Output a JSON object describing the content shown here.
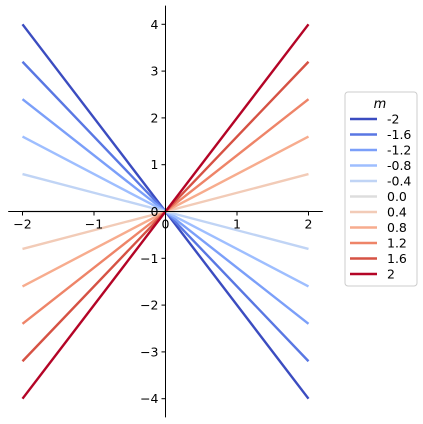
{
  "chart_data": {
    "type": "line",
    "title": "",
    "xlabel": "",
    "ylabel": "",
    "xlim": [
      -2.2,
      2.2
    ],
    "ylim": [
      -4.4,
      4.4
    ],
    "x": [
      -2,
      2
    ],
    "xticks": [
      -2,
      -1,
      0,
      1,
      2
    ],
    "yticks": [
      -4,
      -3,
      -2,
      -1,
      0,
      1,
      2,
      3,
      4
    ],
    "xtick_labels": [
      "−2",
      "−1",
      "0",
      "1",
      "2"
    ],
    "ytick_labels": [
      "−4",
      "−3",
      "−2",
      "−1",
      "0",
      "1",
      "2",
      "3",
      "4"
    ],
    "spines": "centered at origin",
    "grid": false,
    "legend": {
      "title": "m",
      "placement": "right, outside plot"
    },
    "series": [
      {
        "name": "-2",
        "slope": -2.0,
        "values": [
          4.0,
          -4.0
        ],
        "color": "#3b4cc0"
      },
      {
        "name": "-1.6",
        "slope": -1.6,
        "values": [
          3.2,
          -3.2
        ],
        "color": "#5977e3"
      },
      {
        "name": "-1.2",
        "slope": -1.2,
        "values": [
          2.4,
          -2.4
        ],
        "color": "#7b9ff9"
      },
      {
        "name": "-0.8",
        "slope": -0.8,
        "values": [
          1.6,
          -1.6
        ],
        "color": "#9ebeff"
      },
      {
        "name": "-0.4",
        "slope": -0.4,
        "values": [
          0.8,
          -0.8
        ],
        "color": "#c0d4f5"
      },
      {
        "name": "0.0",
        "slope": 0.0,
        "values": [
          0.0,
          0.0
        ],
        "color": "#dddddd"
      },
      {
        "name": "0.4",
        "slope": 0.4,
        "values": [
          -0.8,
          0.8
        ],
        "color": "#f2cbb7"
      },
      {
        "name": "0.8",
        "slope": 0.8,
        "values": [
          -1.6,
          1.6
        ],
        "color": "#f7ac8e"
      },
      {
        "name": "1.2",
        "slope": 1.2,
        "values": [
          -2.4,
          2.4
        ],
        "color": "#ee8468"
      },
      {
        "name": "1.6",
        "slope": 1.6,
        "values": [
          -3.2,
          3.2
        ],
        "color": "#d65244"
      },
      {
        "name": "2",
        "slope": 2.0,
        "values": [
          -4.0,
          4.0
        ],
        "color": "#b40426"
      }
    ]
  }
}
